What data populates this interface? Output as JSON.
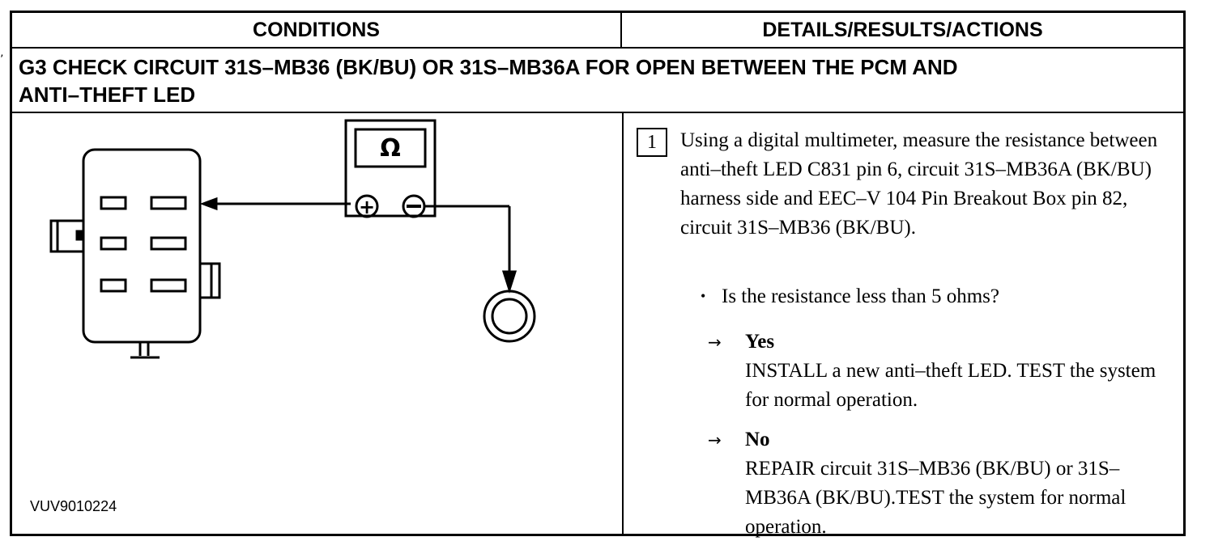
{
  "table": {
    "header_conditions": "CONDITIONS",
    "header_details": "DETAILS/RESULTS/ACTIONS",
    "title_line1": "G3  CHECK CIRCUIT 31S–MB36 (BK/BU) OR 31S–MB36A FOR OPEN BETWEEN THE PCM AND",
    "title_line2": "ANTI–THEFT LED"
  },
  "diagram": {
    "meter_symbol": "Ω",
    "figure_id": "VUV9010224"
  },
  "step": {
    "number": "1",
    "text": "Using a digital multimeter, measure the resistance between anti–theft LED C831 pin 6, circuit 31S–MB36A (BK/BU) harness side and EEC–V 104 Pin Breakout Box pin 82, circuit 31S–MB36 (BK/BU).",
    "question": "Is the resistance less than 5 ohms?",
    "yes_label": "Yes",
    "yes_action": "INSTALL a new anti–theft LED. TEST the system for normal operation.",
    "no_label": "No",
    "no_action": "REPAIR circuit 31S–MB36 (BK/BU) or 31S–MB36A (BK/BU).TEST the system for normal operation."
  }
}
